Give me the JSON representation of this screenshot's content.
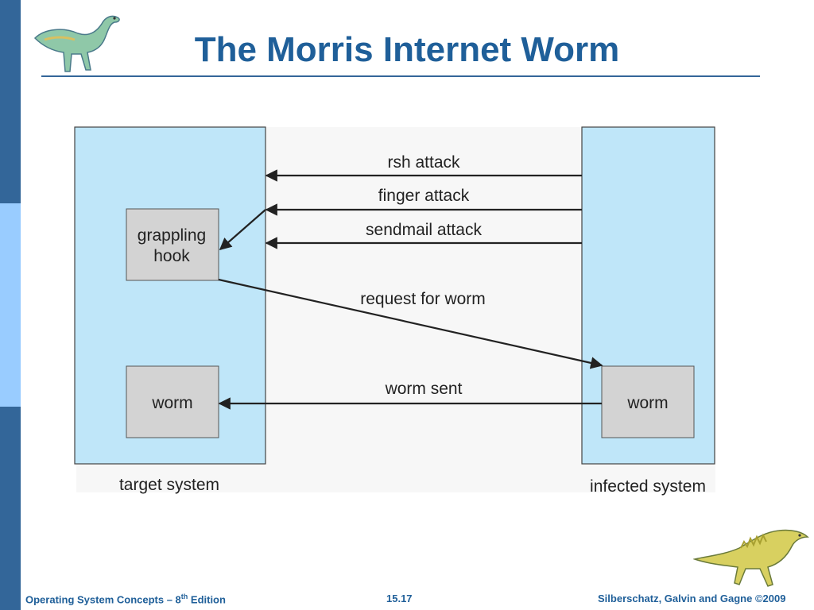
{
  "slide": {
    "title": "The Morris Internet Worm"
  },
  "diagram": {
    "target_system_label": "target system",
    "infected_system_label": "infected system",
    "grappling_hook_line1": "grappling",
    "grappling_hook_line2": "hook",
    "target_worm_label": "worm",
    "infected_worm_label": "worm",
    "arrows": {
      "rsh": "rsh attack",
      "finger": "finger attack",
      "sendmail": "sendmail attack",
      "request": "request for worm",
      "sent": "worm sent"
    }
  },
  "footer": {
    "left_prefix": "Operating System Concepts – 8",
    "left_sup": "th",
    "left_suffix": " Edition",
    "center": "15.17",
    "right": "Silberschatz, Galvin and Gagne ©2009"
  },
  "colors": {
    "sidebar_dark": "#336699",
    "sidebar_light": "#99ccff",
    "title": "#1f5f99",
    "system_fill": "#bfe6f9",
    "box_fill": "#d3d3d3"
  },
  "icons": [
    "dinosaur-icon-top-left",
    "dinosaur-icon-bottom-right"
  ]
}
